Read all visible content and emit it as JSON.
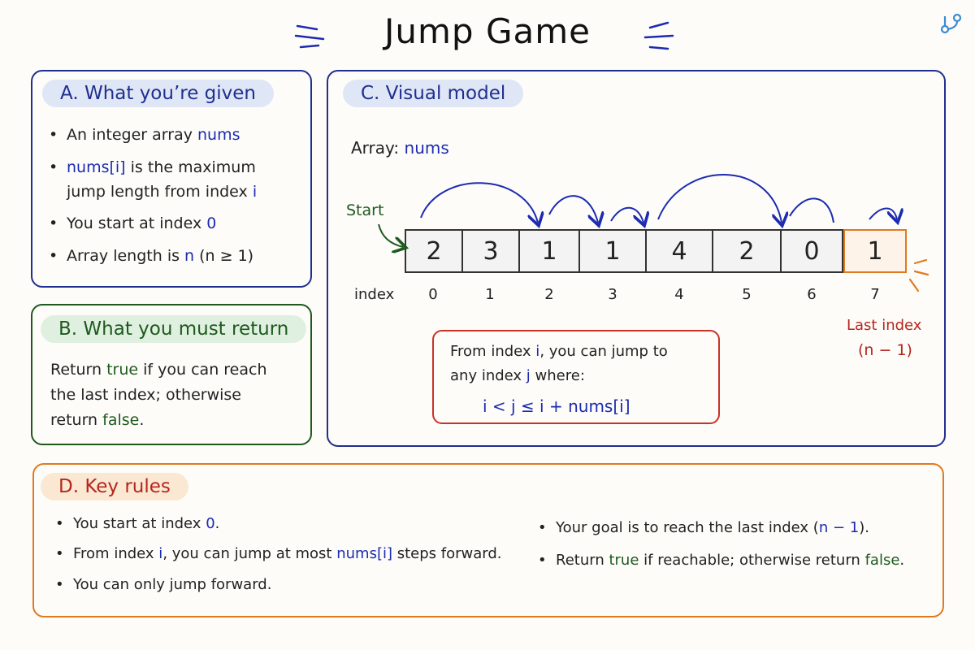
{
  "title": "Jump Game",
  "colors": {
    "blue": "#1c2bb0",
    "green": "#1e5a1e",
    "red": "#b5261e",
    "orange": "#e07a1f"
  },
  "sectionA": {
    "heading": "A. What you’re given",
    "b1_text": "An integer array",
    "b1_code": "nums",
    "b2_code": "nums[i]",
    "b2_text": "is the maximum",
    "b2_line2": "jump length from index",
    "b2_var": "i",
    "b3_text": "You start at index",
    "b3_val": "0",
    "b4_text": "Array length is",
    "b4_var": "n",
    "b4_cond": "(n ≥ 1)"
  },
  "sectionB": {
    "heading": "B. What you must return",
    "l1_a": "Return",
    "l1_true": "true",
    "l1_b": "if you can reach",
    "l2": "the last index; otherwise",
    "l3_a": "return",
    "l3_false": "false",
    "l3_b": "."
  },
  "sectionC": {
    "heading": "C. Visual model",
    "array_label": "Array:",
    "array_name": "nums",
    "start_label": "Start",
    "index_label": "index",
    "values": [
      "2",
      "3",
      "1",
      "1",
      "4",
      "2",
      "0",
      "1"
    ],
    "indices": [
      "0",
      "1",
      "2",
      "3",
      "4",
      "5",
      "6",
      "7"
    ],
    "last_label": "Last index",
    "last_sub": "(n − 1)",
    "rule_l1_a": "From index",
    "rule_l1_i": "i",
    "rule_l1_b": ", you can jump to",
    "rule_l2_a": "any index",
    "rule_l2_j": "j",
    "rule_l2_b": "where:",
    "rule_formula": "i < j ≤ i + nums[i]"
  },
  "sectionD": {
    "heading": "D. Key rules",
    "r1_a": "You start at index",
    "r1_val": "0",
    "r1_b": ".",
    "r2_a": "From index",
    "r2_i": "i",
    "r2_b": ", you can jump at most",
    "r2_code": "nums[i]",
    "r2_c": "steps forward.",
    "r3": "You can only jump forward.",
    "r4_a": "Your goal is to reach the last index",
    "r4_p1": "(",
    "r4_code": "n − 1",
    "r4_p2": ").",
    "r5_a": "Return",
    "r5_true": "true",
    "r5_b": "if reachable; otherwise return",
    "r5_false": "false",
    "r5_c": "."
  }
}
